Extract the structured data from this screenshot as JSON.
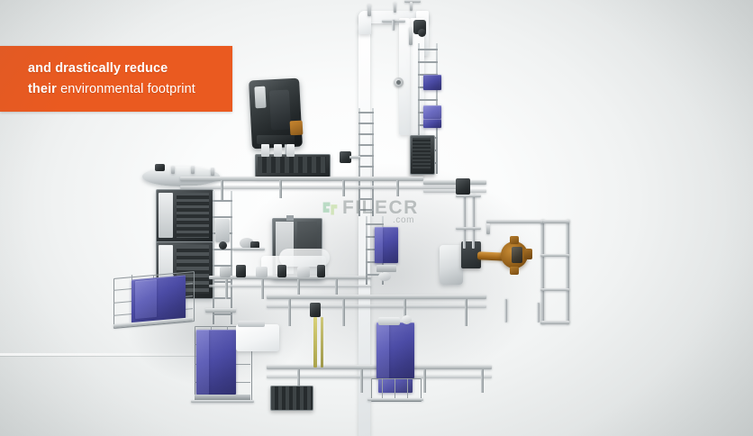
{
  "scene": {
    "type": "3d-industrial-factory-animation-still",
    "background_color": "#d0d4d4",
    "highlight_color": "#ffffff",
    "description": "Isometric top-down 3D render of an automated production line with conveyors, gantries, robot arm and stacked crates"
  },
  "caption": {
    "background_color": "#ea5a20",
    "text_color": "#ffffff",
    "line1": "and drastically reduce",
    "line2_bold": "their",
    "line2_regular": "environmental footprint",
    "full_text": "and drastically reduce their environmental footprint"
  },
  "watermark": {
    "brand": "FILECR",
    "suffix": ".com",
    "color": "#6e7878",
    "opacity": "0.42"
  },
  "objects": {
    "crate_color": "#4c4ca6",
    "robot_arm_color": "#b3701f",
    "machine_dark_color": "#2c3133",
    "frame_color": "#9aa1a5",
    "labels": [
      "dark-machine",
      "overhead-gantry-arch",
      "conveyor-line",
      "robot-arm",
      "stacked-crates",
      "wire-cage-pallet",
      "vertical-lift-tower",
      "storage-rack"
    ]
  }
}
